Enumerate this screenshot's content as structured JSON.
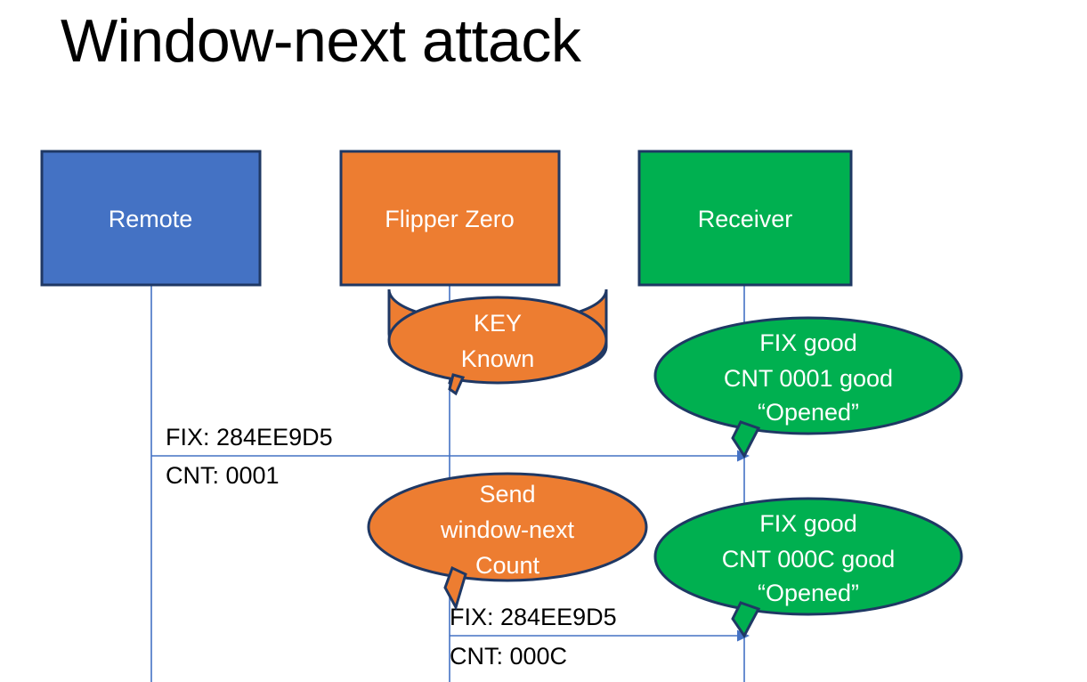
{
  "slide": {
    "title": "Window-next attack",
    "background_color": "#FFFFFF"
  },
  "colors": {
    "remote": "#4472C4",
    "flipper": "#ED7D31",
    "receiver": "#00B050",
    "outline": "#1F3864",
    "line": "#4472C4",
    "label_text": "#000000",
    "shape_text": "#FFFFFF"
  },
  "actors": [
    {
      "id": "remote",
      "label": "Remote",
      "color": "#4472C4"
    },
    {
      "id": "flipper",
      "label": "Flipper Zero",
      "color": "#ED7D31"
    },
    {
      "id": "receiver",
      "label": "Receiver",
      "color": "#00B050"
    }
  ],
  "callouts": [
    {
      "id": "flipper-key-known",
      "owner": "flipper",
      "color": "#ED7D31",
      "lines": [
        "KEY",
        "Known"
      ]
    },
    {
      "id": "receiver-first-accept",
      "owner": "receiver",
      "color": "#00B050",
      "lines": [
        "FIX good",
        "CNT 0001 good",
        "“Opened”"
      ]
    },
    {
      "id": "flipper-send-window-next",
      "owner": "flipper",
      "color": "#ED7D31",
      "lines": [
        "Send",
        "window-next",
        "Count"
      ]
    },
    {
      "id": "receiver-second-accept",
      "owner": "receiver",
      "color": "#00B050",
      "lines": [
        "FIX good",
        "CNT 000C good",
        "“Opened”"
      ]
    }
  ],
  "messages": [
    {
      "id": "remote-to-receiver",
      "from": "remote",
      "to": "receiver",
      "label_above": "FIX: 284EE9D5",
      "label_below": "CNT: 0001"
    },
    {
      "id": "flipper-to-receiver",
      "from": "flipper",
      "to": "receiver",
      "label_above": "FIX: 284EE9D5",
      "label_below": "CNT: 000C"
    }
  ]
}
